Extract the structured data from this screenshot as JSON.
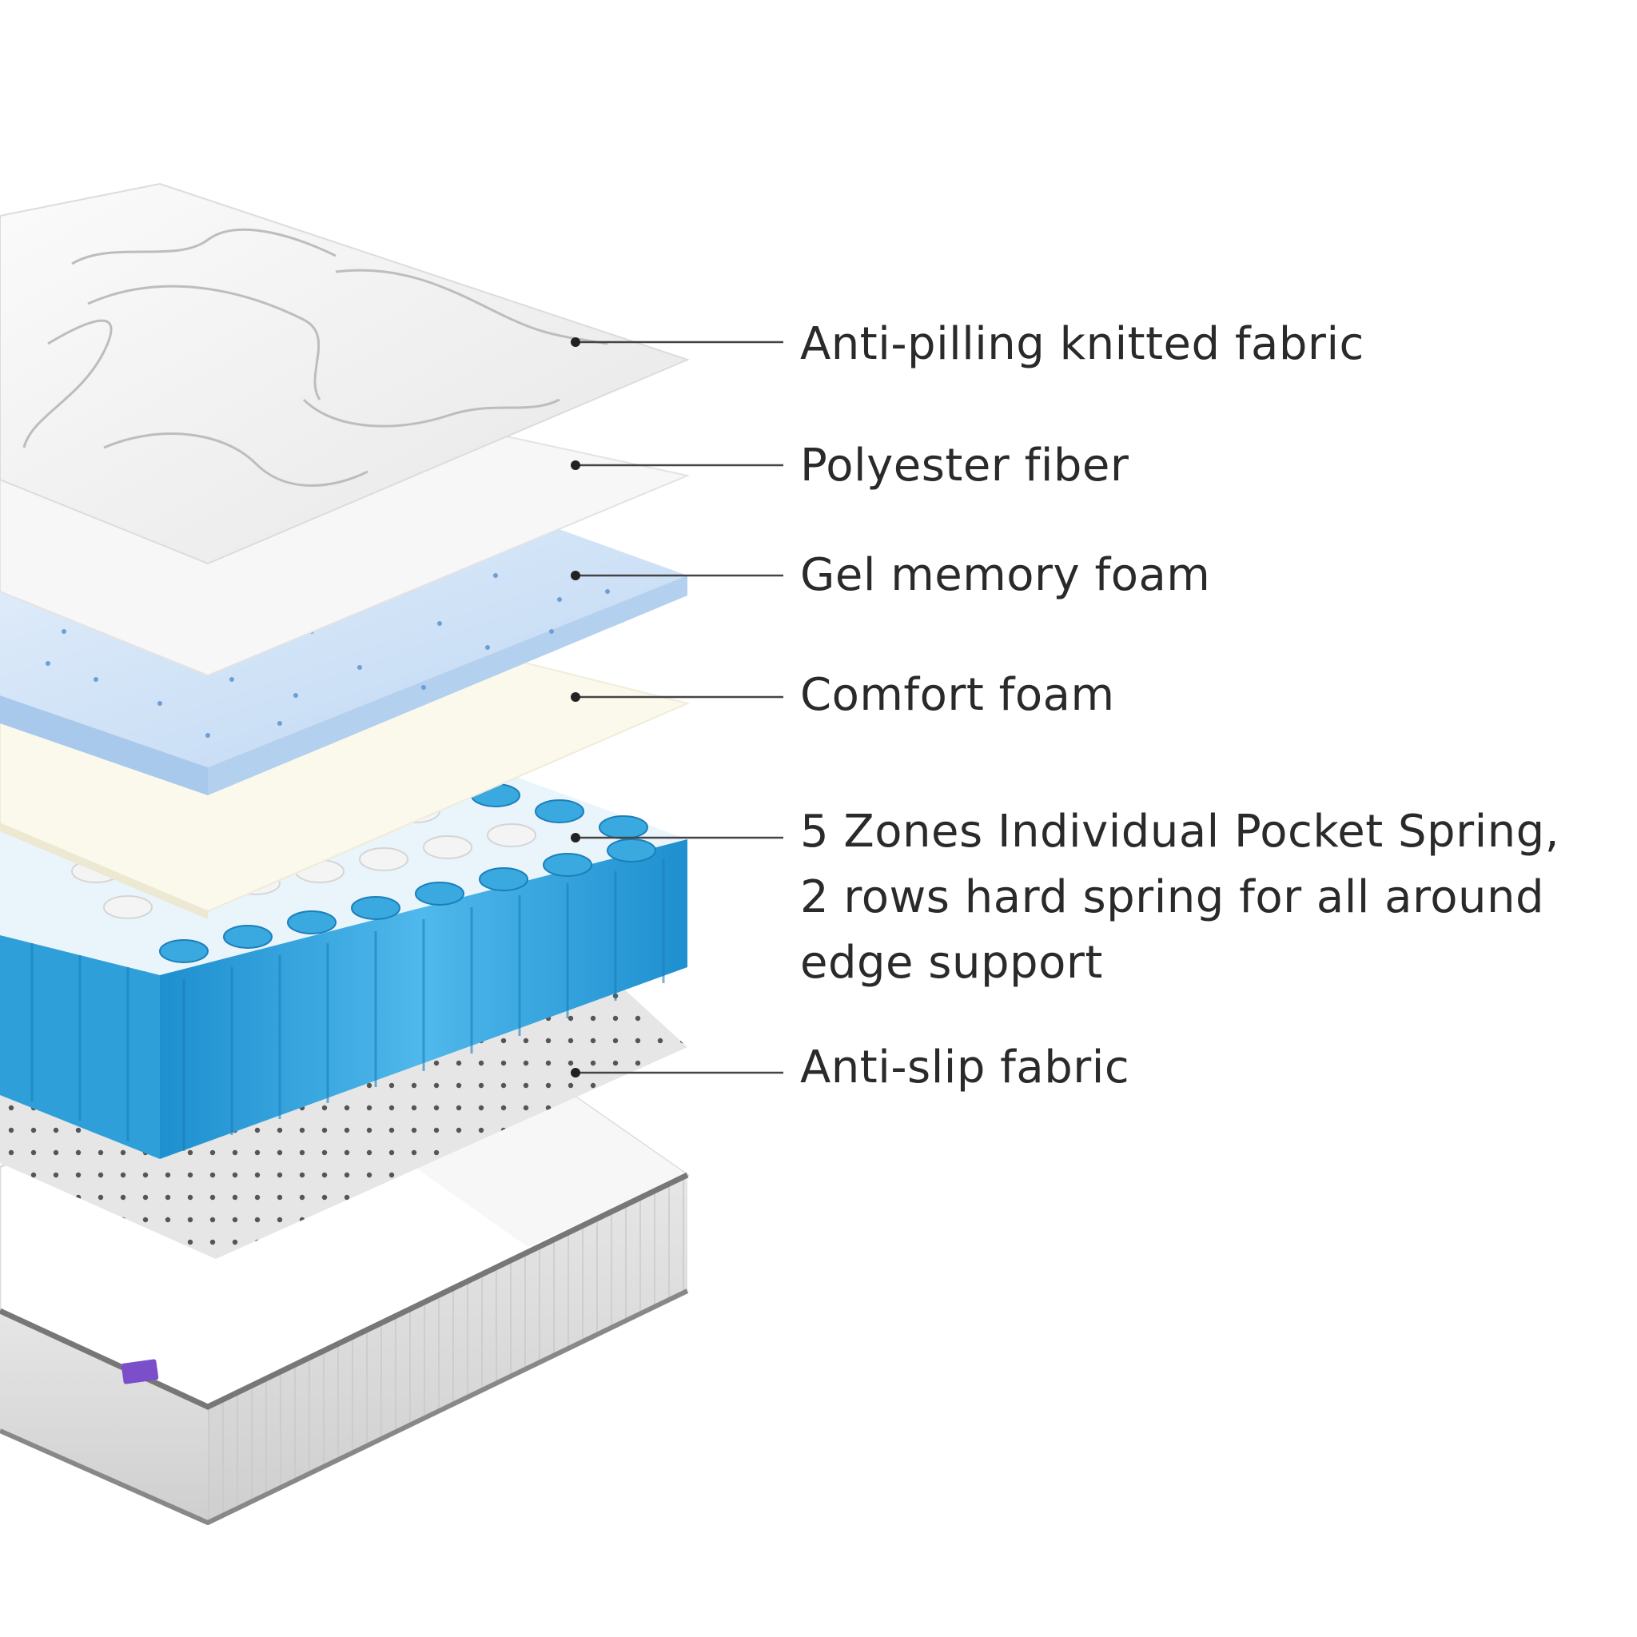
{
  "layers": [
    {
      "id": "knit",
      "lines": [
        "Anti-pilling knitted fabric"
      ]
    },
    {
      "id": "fiber",
      "lines": [
        "Polyester fiber"
      ]
    },
    {
      "id": "gel",
      "lines": [
        "Gel memory foam"
      ]
    },
    {
      "id": "comfort",
      "lines": [
        "Comfort foam"
      ]
    },
    {
      "id": "spring",
      "lines": [
        "5 Zones Individual Pocket Spring,",
        "2 rows hard spring for all around",
        "edge support"
      ]
    },
    {
      "id": "antislip",
      "lines": [
        "Anti-slip fabric"
      ]
    }
  ],
  "colors": {
    "text": "#2a2a2a",
    "leader": "#444444",
    "knit_fabric": "#f0f0f0",
    "fiber": "#f6f6f6",
    "gel_foam": "#cfe2f6",
    "comfort_foam": "#fbf9ec",
    "spring_blue": "#3aa9e0",
    "spring_white": "#f4f4f4",
    "antislip": "#e4e4e4",
    "base_side": "#dcdcdc",
    "brand_tag": "#7a4fc9"
  }
}
